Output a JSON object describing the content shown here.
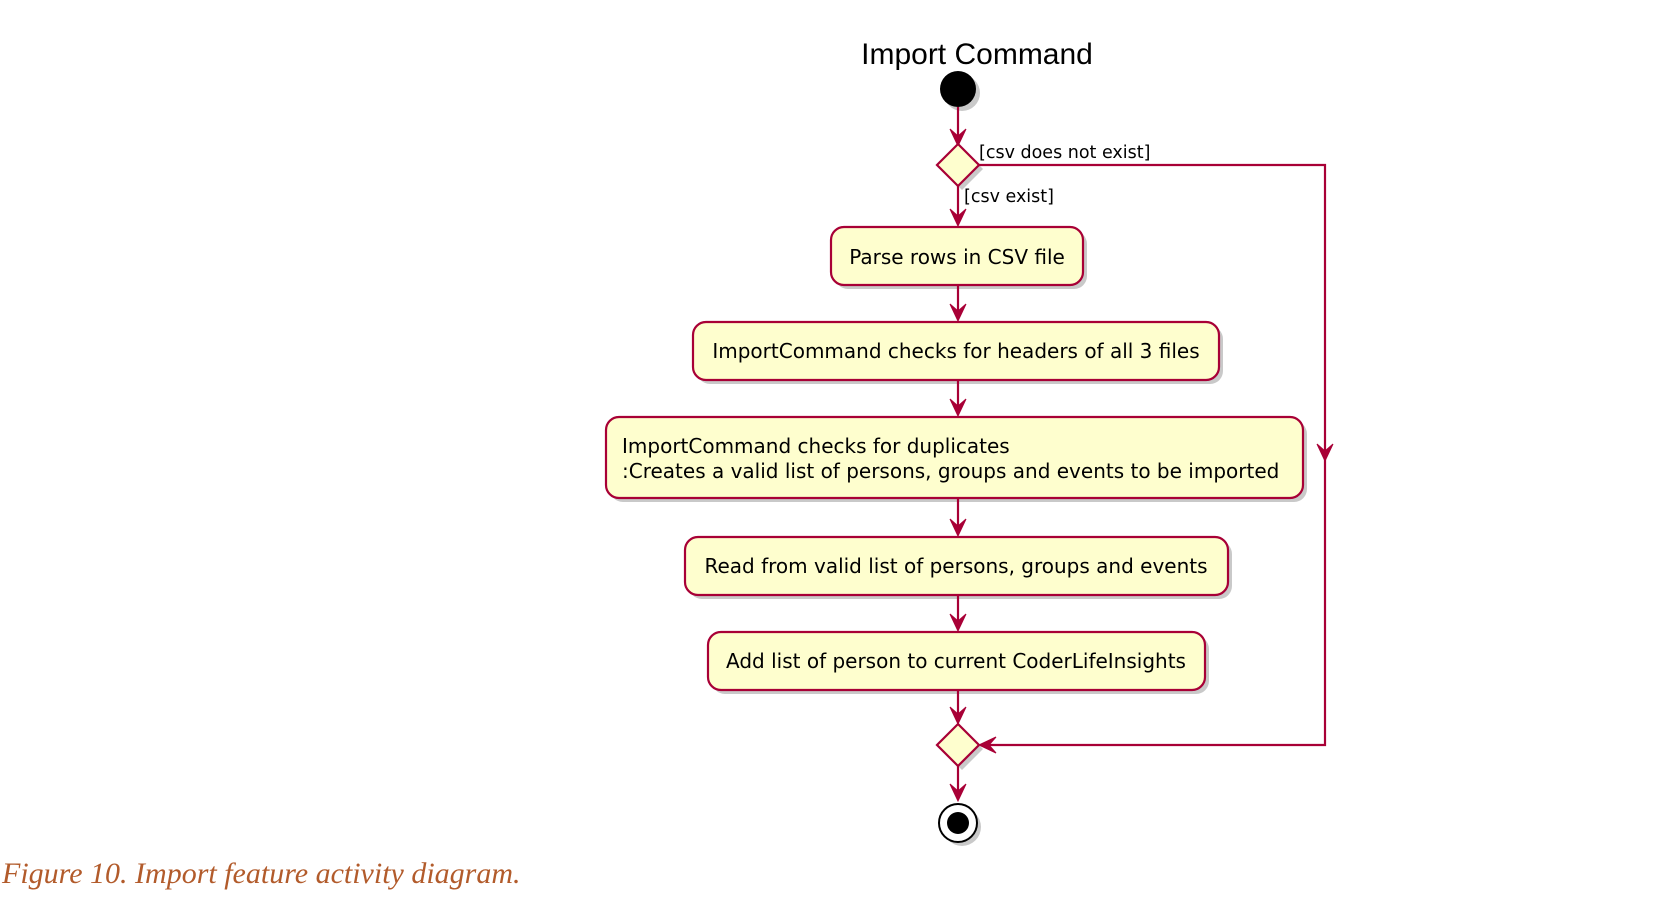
{
  "diagram": {
    "title": "Import Command",
    "guards": {
      "not_exist": "[csv does not exist]",
      "exist": "[csv exist]"
    },
    "activities": [
      {
        "lines": [
          "Parse rows in CSV file"
        ]
      },
      {
        "lines": [
          "ImportCommand checks for headers of all 3 files"
        ]
      },
      {
        "lines": [
          "ImportCommand checks for duplicates",
          ":Creates a valid list of persons, groups and events to be imported"
        ]
      },
      {
        "lines": [
          "Read from valid list of persons, groups and events"
        ]
      },
      {
        "lines": [
          "Add list of person to current CoderLifeInsights"
        ]
      }
    ],
    "colors": {
      "activity_fill": "#fefece",
      "border": "#a80036",
      "caption": "#b25b2b"
    }
  },
  "caption": "Figure 10. Import feature activity diagram."
}
